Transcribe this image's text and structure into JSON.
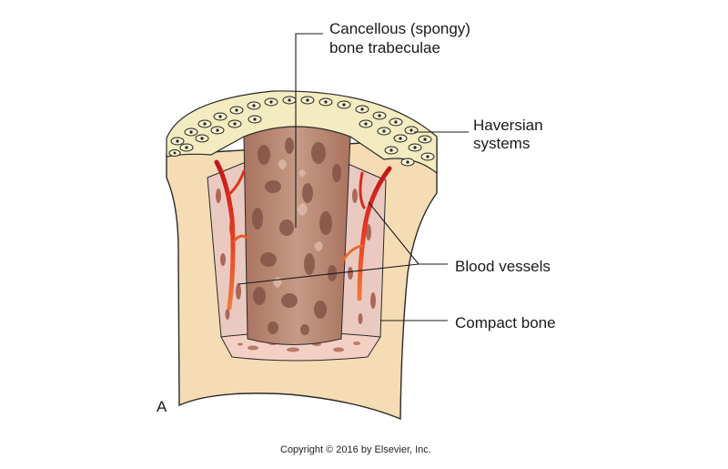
{
  "labels": {
    "cancellous_line1": "Cancellous (spongy)",
    "cancellous_line2": "bone trabeculae",
    "haversian_line1": "Haversian",
    "haversian_line2": "systems",
    "blood_vessels": "Blood vessels",
    "compact_bone": "Compact bone"
  },
  "panel_letter": "A",
  "copyright": "Copyright © 2016 by Elsevier, Inc.",
  "colors": {
    "compact_bone": "#f6dcb4",
    "haversian_fill": "#f3ecc0",
    "spongy_bone": "#b98772",
    "spongy_shadow": "#8f5e4f",
    "inner_wall": "#eacac0",
    "blood_vessel": "#d7261e",
    "leader_line": "#1a1a1a"
  }
}
